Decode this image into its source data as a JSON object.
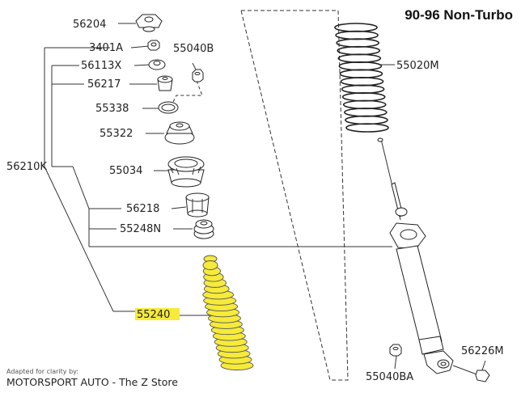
{
  "title": "90-96 Non-Turbo",
  "parts": {
    "p56204": "56204",
    "p3401a": "3401A",
    "p56113x": "56113X",
    "p56217": "56217",
    "p55338": "55338",
    "p55322": "55322",
    "p56210k": "56210K",
    "p55034": "55034",
    "p56218": "56218",
    "p55248n": "55248N",
    "p55040b": "55040B",
    "p55020m": "55020M",
    "p55240": "55240",
    "p56226m": "56226M",
    "p55040ba": "55040BA"
  },
  "highlight_color": "#f6ea3a",
  "credit": {
    "small": "Adapted for clarity by:",
    "big": "MOTORSPORT AUTO - The Z Store"
  }
}
